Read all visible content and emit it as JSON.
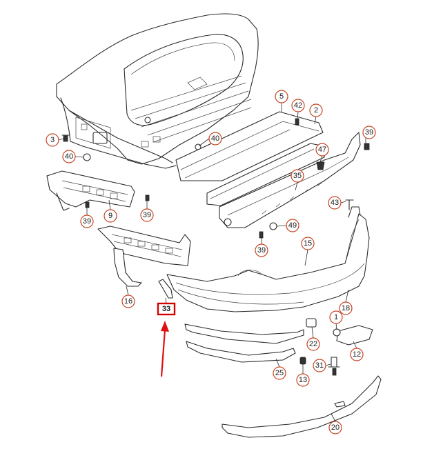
{
  "callouts": [
    {
      "key": "c5",
      "label": "5"
    },
    {
      "key": "c42",
      "label": "42"
    },
    {
      "key": "c2",
      "label": "2"
    },
    {
      "key": "c39a",
      "label": "39"
    },
    {
      "key": "c3",
      "label": "3"
    },
    {
      "key": "c40a",
      "label": "40"
    },
    {
      "key": "c40b",
      "label": "40"
    },
    {
      "key": "c47",
      "label": "47"
    },
    {
      "key": "c35",
      "label": "35"
    },
    {
      "key": "c43",
      "label": "43"
    },
    {
      "key": "c39b",
      "label": "39"
    },
    {
      "key": "c9",
      "label": "9"
    },
    {
      "key": "c39c",
      "label": "39"
    },
    {
      "key": "c49",
      "label": "49"
    },
    {
      "key": "c39d",
      "label": "39"
    },
    {
      "key": "c15",
      "label": "15"
    },
    {
      "key": "c16",
      "label": "16"
    },
    {
      "key": "c18",
      "label": "18"
    },
    {
      "key": "c1",
      "label": "1"
    },
    {
      "key": "c22",
      "label": "22"
    },
    {
      "key": "c12",
      "label": "12"
    },
    {
      "key": "c31",
      "label": "31"
    },
    {
      "key": "c25",
      "label": "25"
    },
    {
      "key": "c13",
      "label": "13"
    },
    {
      "key": "c20",
      "label": "20"
    }
  ],
  "highlighted_part": {
    "label": "33",
    "box_color": "#d40000"
  },
  "arrow_color": "#e01010",
  "callout_ring_color": "#c8401f"
}
